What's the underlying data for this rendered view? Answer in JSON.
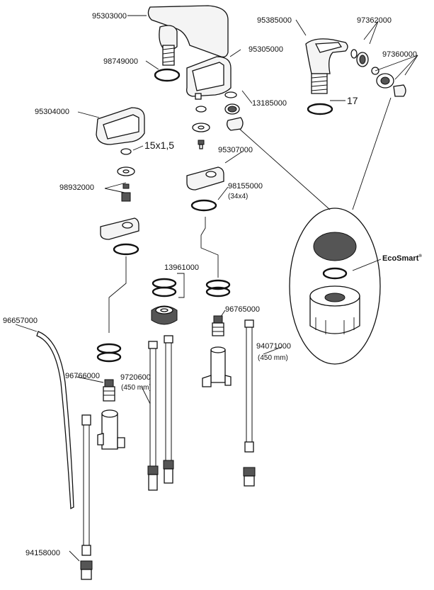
{
  "labels": {
    "spout_95303000": "95303000",
    "oring_98749000": "98749000",
    "handle_95305000": "95305000",
    "handle_95385000": "95385000",
    "part_97362000": "97362000",
    "part_97360000": "97360000",
    "ring_17": "17",
    "handle_95304000": "95304000",
    "screw_15x15": "15x1,5",
    "aerator_13185000": "13185000",
    "plate_95307000": "95307000",
    "set_98932000": "98932000",
    "oring_98155000": "98155000",
    "oring_98155000_size": "(34x4)",
    "set_13961000": "13961000",
    "cartridge_96765000": "96765000",
    "rod_96657000": "96657000",
    "hose_94071000": "94071000",
    "hose_94071000_len": "(450 mm)",
    "cartridge_96766000": "96766000",
    "hose_97206000": "97206000",
    "hose_97206000_len": "(450 mm)",
    "nut_94158000": "94158000",
    "ecosmart": "EcoSmart",
    "ecosmart_mark": "®"
  }
}
